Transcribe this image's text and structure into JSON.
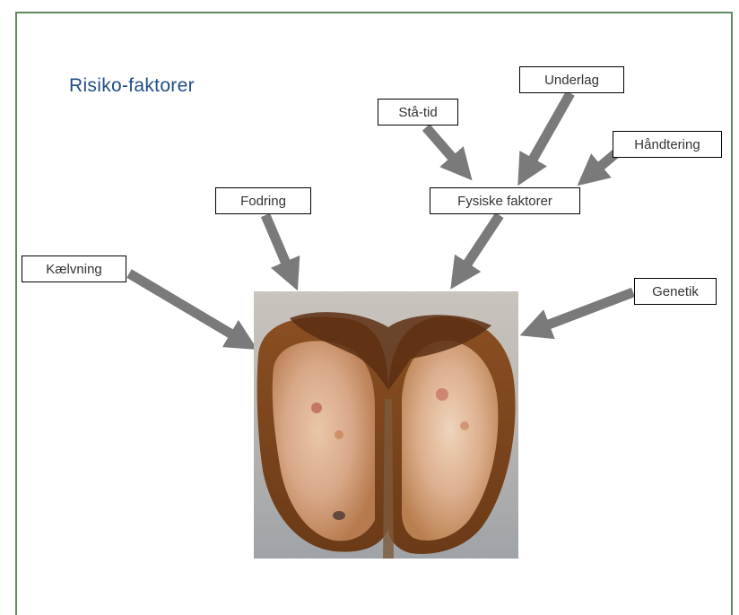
{
  "title": "Risiko-faktorer",
  "labels": {
    "underlag": "Underlag",
    "staa_tid": "Stå-tid",
    "haandtering": "Håndtering",
    "fodring": "Fodring",
    "fysiske_faktorer": "Fysiske faktorer",
    "kaelvning": "Kælvning",
    "genetik": "Genetik"
  },
  "colors": {
    "frame": "#5d8a5d",
    "title": "#1f4e85",
    "arrow": "#7a7a7a"
  },
  "image": {
    "subject": "cross-section of cow claw (hoof)"
  }
}
